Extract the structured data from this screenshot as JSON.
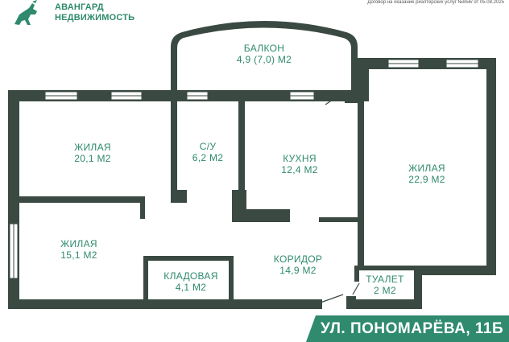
{
  "brand": {
    "line1": "АВАНГАРД",
    "line2": "НЕДВИЖИМОСТЬ",
    "color": "#2f8a6e"
  },
  "license_text": "Договор на оказание риэлтерских услуг №856/ от 05.08.2025",
  "wall_color": "#3a4a42",
  "accent_color": "#2f8a6e",
  "rooms": [
    {
      "name": "БАЛКОН",
      "area": "4,9 (7,0) М2"
    },
    {
      "name": "ЖИЛАЯ",
      "area": "20,1 М2"
    },
    {
      "name": "С/У",
      "area": "6,2 М2"
    },
    {
      "name": "КУХНЯ",
      "area": "12,4 М2"
    },
    {
      "name": "ЖИЛАЯ",
      "area": "22,9 М2"
    },
    {
      "name": "ЖИЛАЯ",
      "area": "15,1 М2"
    },
    {
      "name": "КОРИДОР",
      "area": "14,9 М2"
    },
    {
      "name": "КЛАДОВАЯ",
      "area": "4,1 М2"
    },
    {
      "name": "ТУАЛЕТ",
      "area": "2 М2"
    }
  ],
  "address": "УЛ. ПОНОМАРЁВА, 11Б"
}
